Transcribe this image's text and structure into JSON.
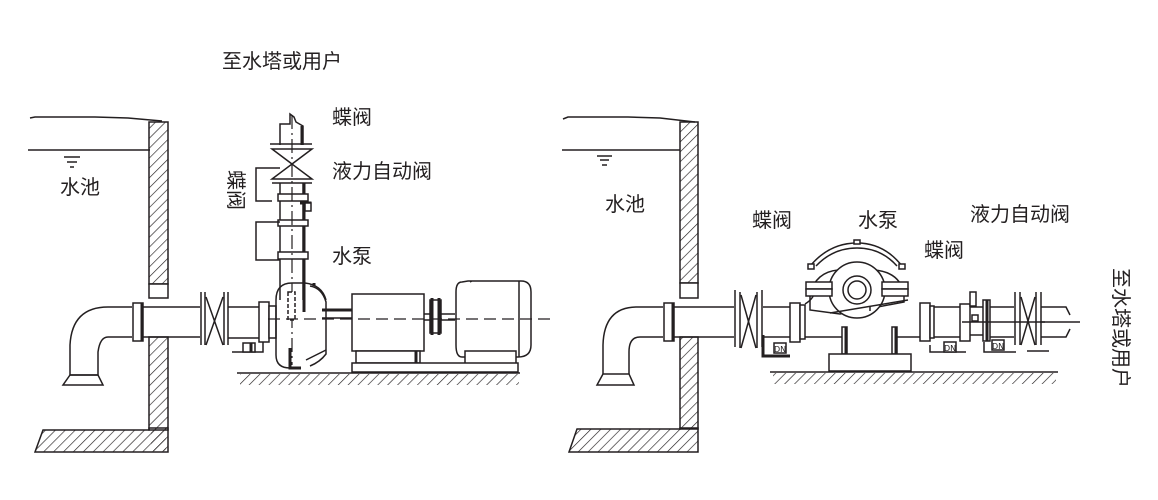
{
  "diagram": {
    "left_installation": {
      "labels": {
        "outlet": "至水塔或用户",
        "top_valve": "蝶阀",
        "hydraulic_valve": "液力自动阀",
        "side_valve": "蝶阀",
        "pump": "水泵",
        "tank": "水池"
      }
    },
    "right_installation": {
      "labels": {
        "tank": "水池",
        "inlet_valve": "蝶阀",
        "pump": "水泵",
        "outlet_valve": "蝶阀",
        "hydraulic_valve": "液力自动阀",
        "outlet": "至水塔或用户",
        "dn1": "DN",
        "dn2": "DN",
        "dn3": "DN"
      }
    },
    "colors": {
      "line": "#231f20",
      "background": "#ffffff"
    }
  }
}
